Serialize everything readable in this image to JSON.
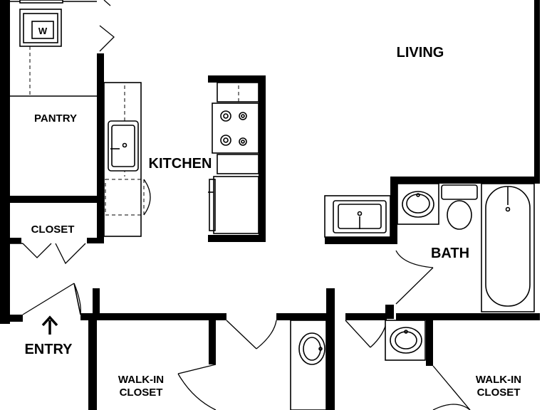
{
  "rooms": {
    "living": "LIVING",
    "pantry": "PANTRY",
    "kitchen": "KITCHEN",
    "closet": "CLOSET",
    "bath": "BATH",
    "entry": "ENTRY",
    "walkin_left_1": "WALK-IN",
    "walkin_left_2": "CLOSET",
    "walkin_right_1": "WALK-IN",
    "walkin_right_2": "CLOSET"
  },
  "fixtures": {
    "washer_label": "W"
  },
  "icons": {
    "entry": "entry-arrow-icon"
  }
}
